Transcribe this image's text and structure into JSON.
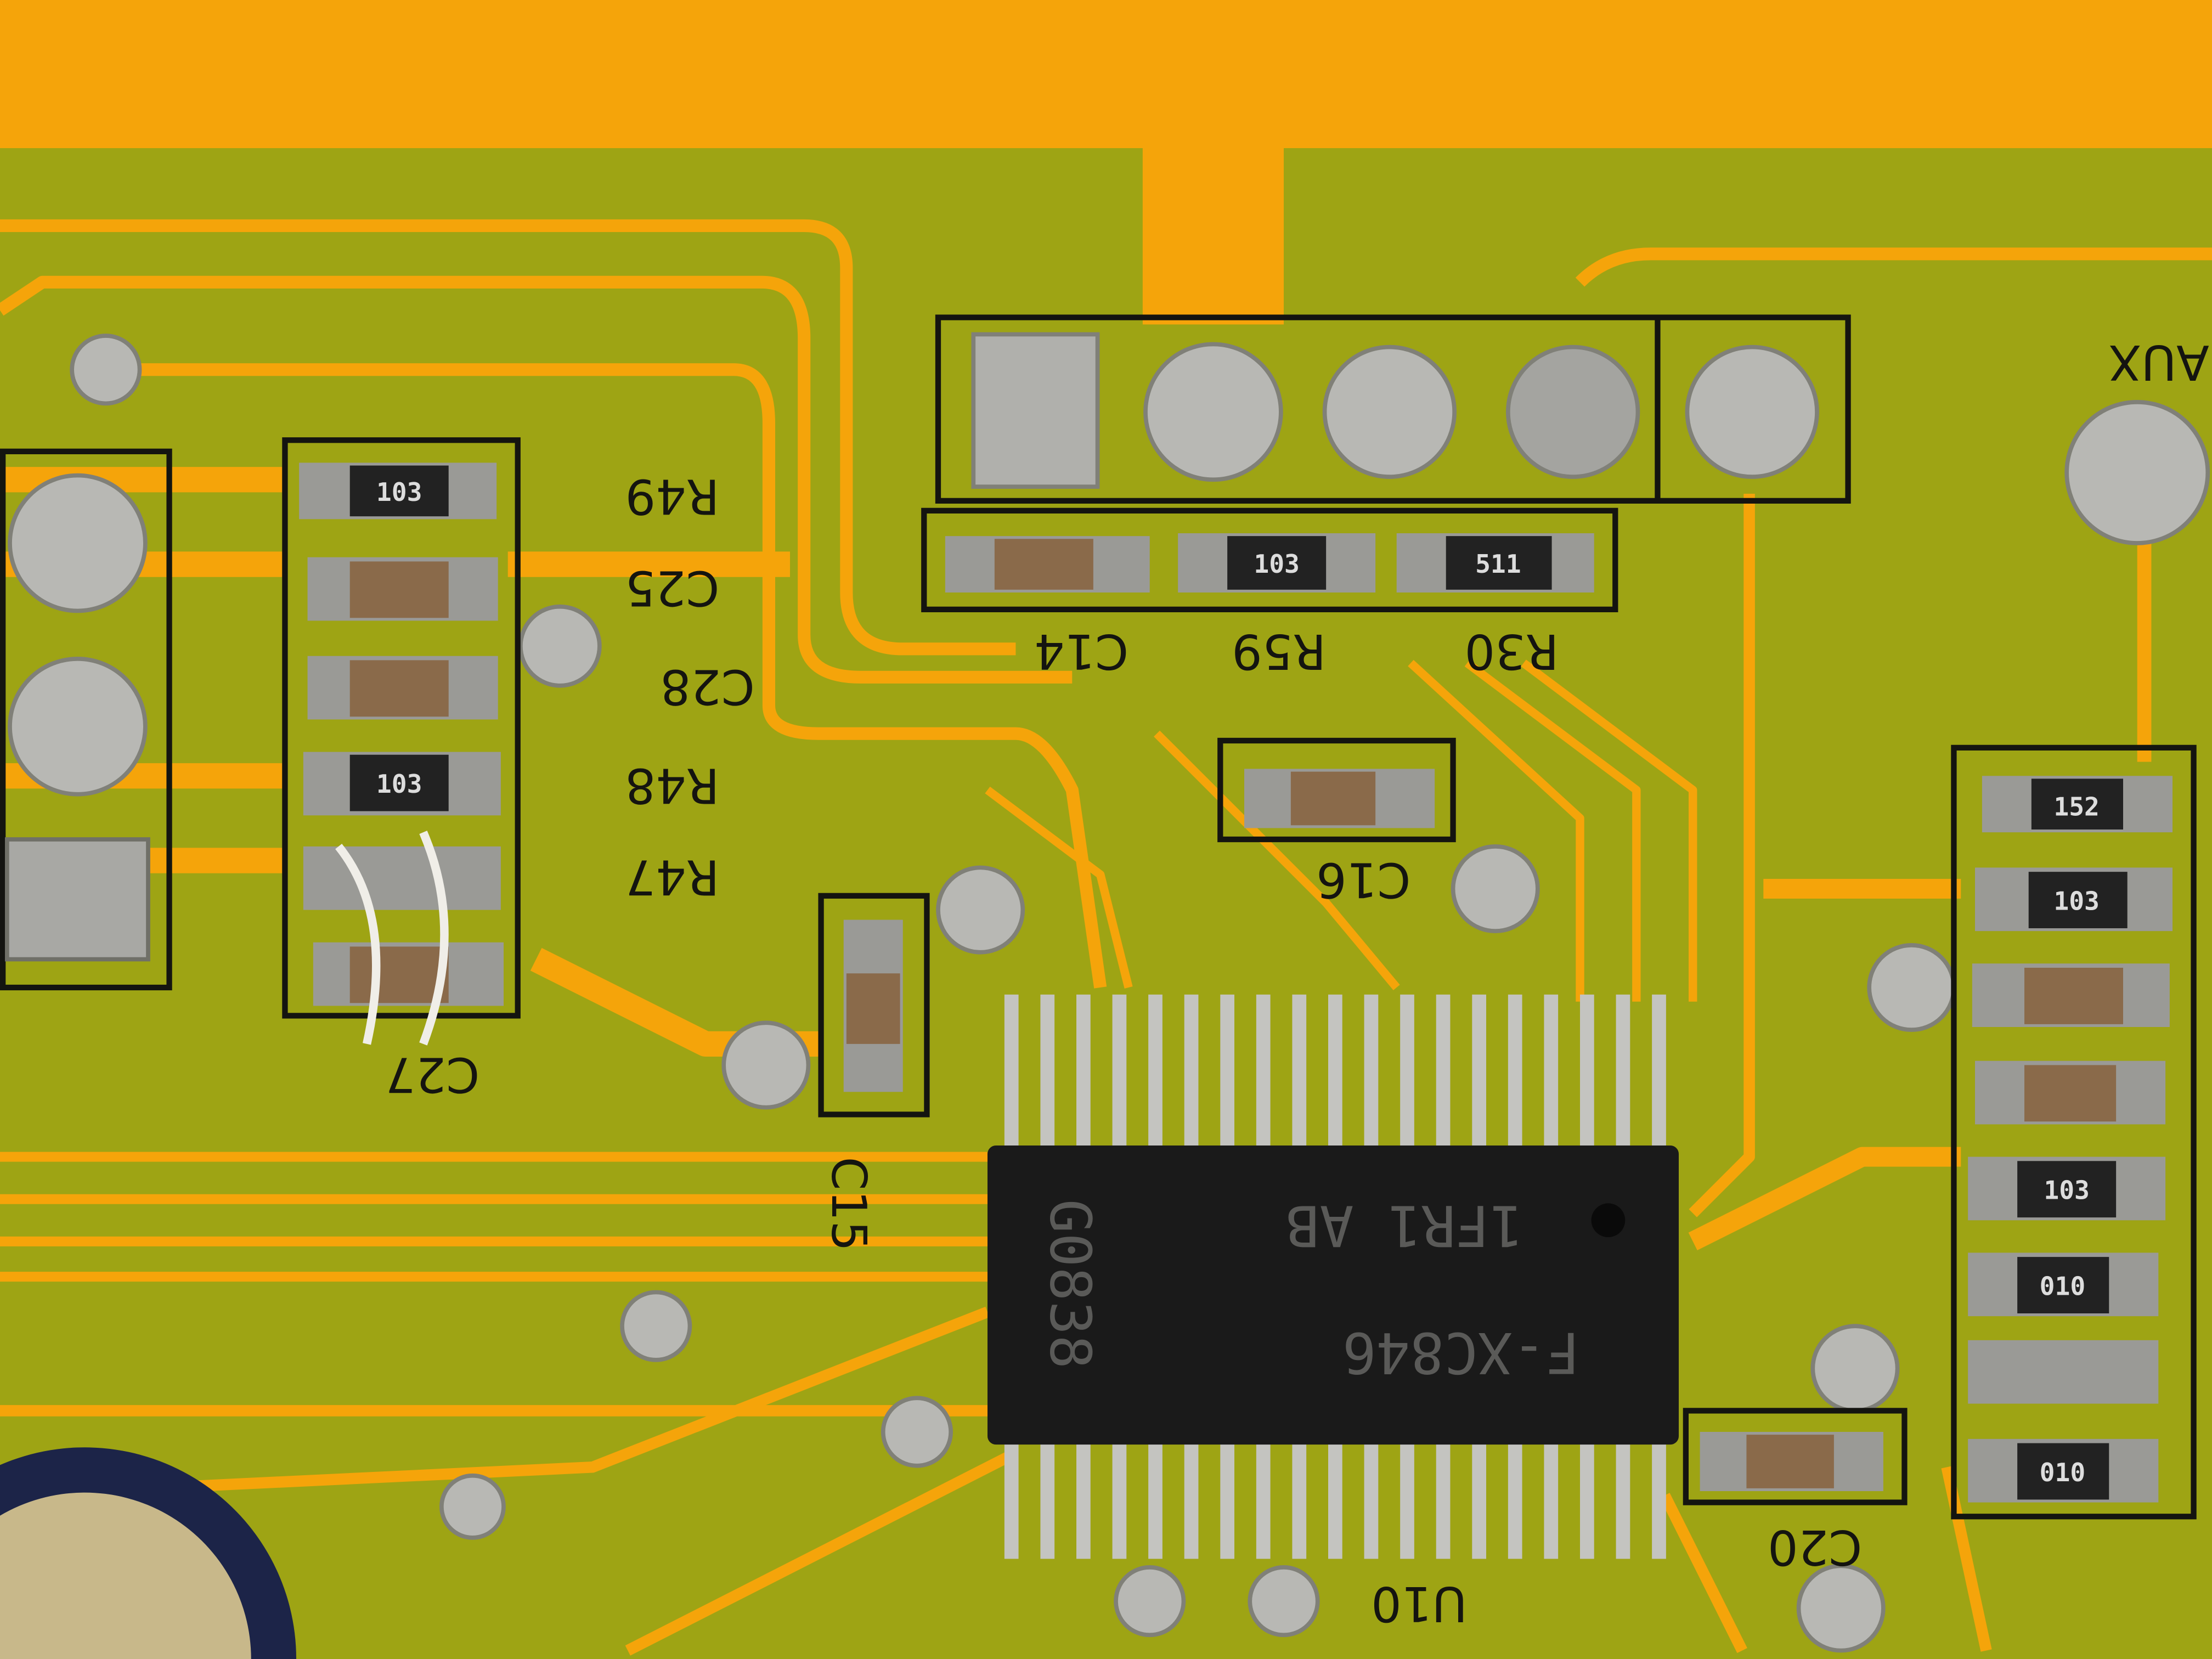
{
  "board": {
    "colors": {
      "solder_mask": "#9ea414",
      "trace": "#f5a40a",
      "silkscreen": "#141410",
      "chip": "#1a1a1a",
      "pad": "#b8b8b4"
    },
    "labels": {
      "r49": "R49",
      "c25": "C25",
      "c28": "C28",
      "r48": "R48",
      "r47": "R47",
      "c27": "C27",
      "c14": "C14",
      "r59": "R59",
      "r30": "R30",
      "c16": "C16",
      "c15": "C15",
      "u10": "U10",
      "c20": "C20",
      "aux": "AUX"
    },
    "resistor_codes": {
      "r49": "103",
      "r48": "103",
      "r59": "103",
      "r30": "511",
      "right1": "152",
      "right2": "103",
      "right5": "103",
      "right6": "010",
      "right8": "010"
    },
    "chip": {
      "line1": "F-XC846",
      "line2": "1FR1 AB",
      "line3": "G0838"
    }
  }
}
